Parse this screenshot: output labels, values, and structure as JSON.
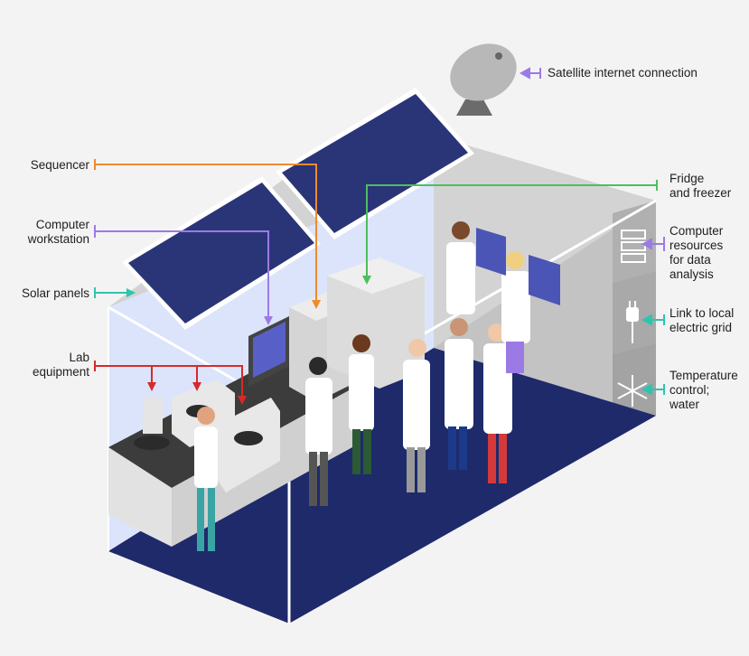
{
  "labels": {
    "satellite": "Satellite internet connection",
    "sequencer": "Sequencer",
    "fridge": "Fridge\nand freezer",
    "computer_workstation": "Computer\nworkstation",
    "computer_resources": "Computer\nresources\nfor data\nanalysis",
    "solar_panels": "Solar panels",
    "link_grid": "Link to local\nelectric grid",
    "lab_equipment": "Lab\nequipment",
    "temperature": "Temperature\ncontrol;\nwater"
  },
  "colors": {
    "satellite_line": "#9b7ae6",
    "sequencer_line": "#f08a2c",
    "fridge_line": "#4cbf5c",
    "workstation_line": "#9b7ae6",
    "resources_line": "#9b7ae6",
    "solar_line": "#2fc4ad",
    "grid_line": "#2fc4ad",
    "lab_line": "#d62a2a",
    "temperature_line": "#2fc4ad",
    "floor": "#1f2a6b",
    "panel": "#2a3577",
    "wall_blue": "#dbe4fb",
    "wall_gray": "#bdbdbd"
  },
  "icons": [
    "satellite-dish-icon",
    "server-icon",
    "plug-icon",
    "snowflake-icon"
  ]
}
